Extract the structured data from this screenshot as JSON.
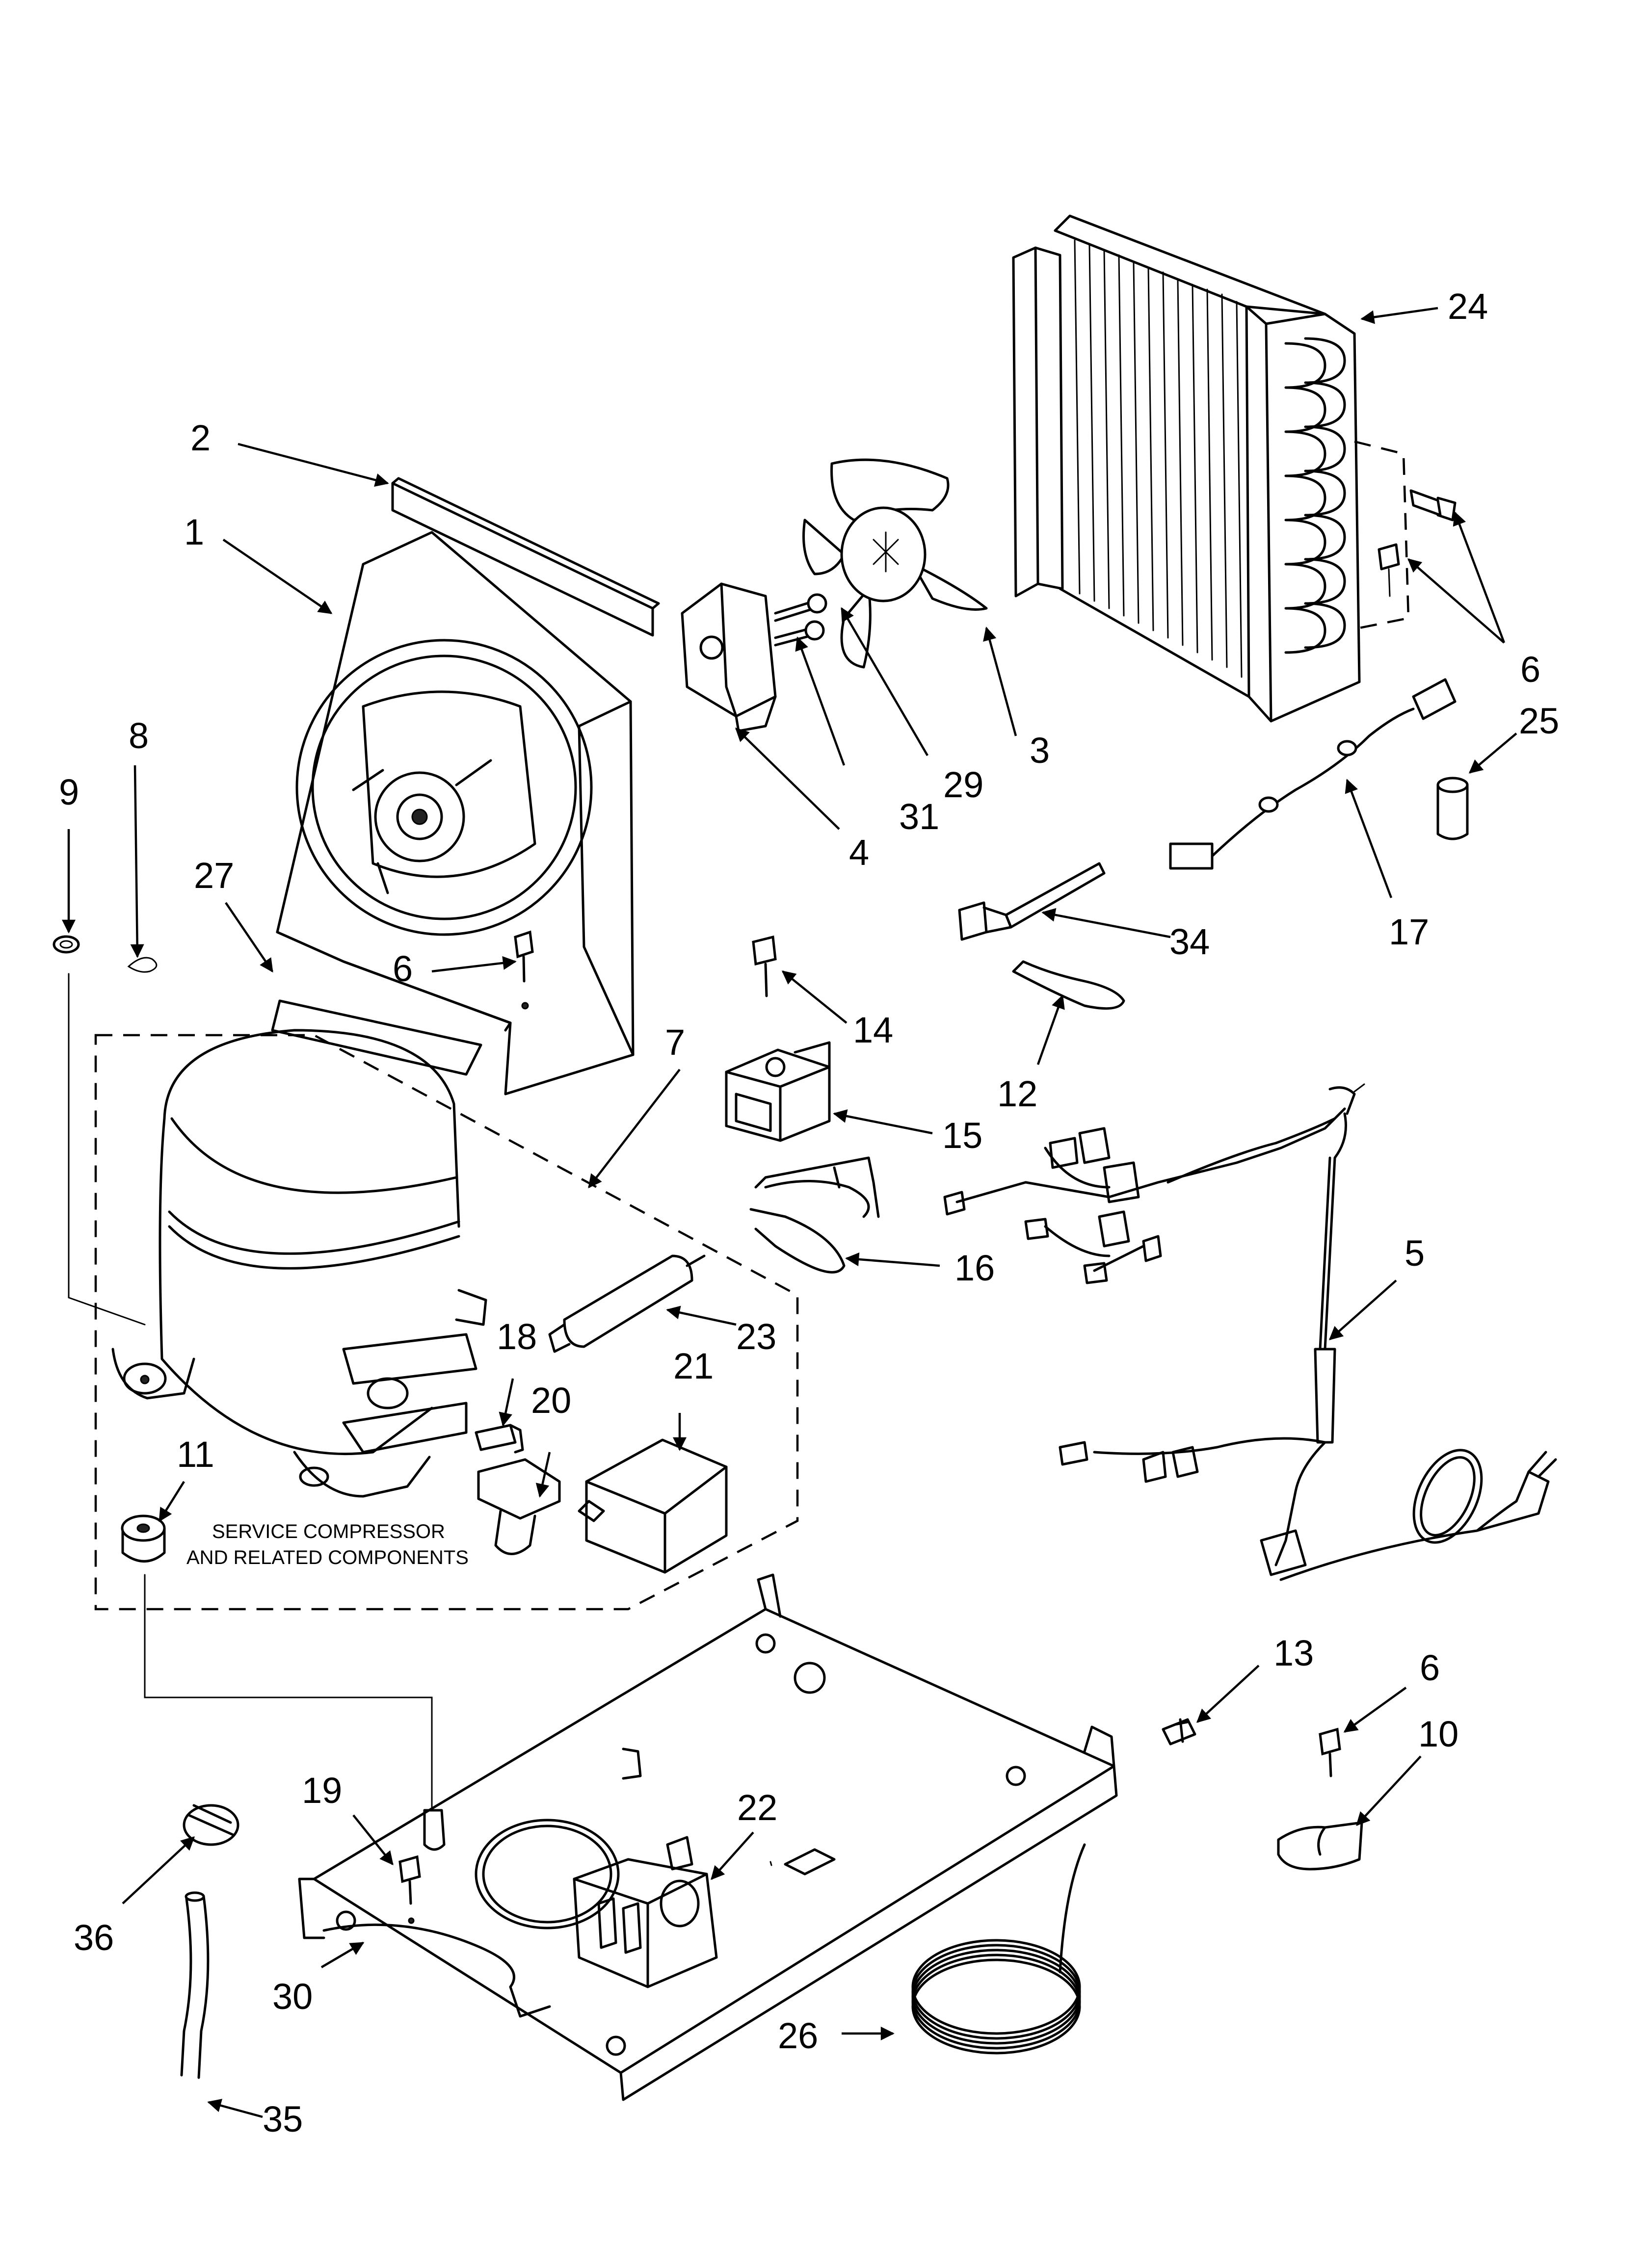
{
  "caption": {
    "line1": "SERVICE COMPRESSOR",
    "line2": "AND RELATED COMPONENTS"
  },
  "callouts": {
    "c1": "1",
    "c2": "2",
    "c3": "3",
    "c4": "4",
    "c5": "5",
    "c6a": "6",
    "c6b": "6",
    "c6c": "6",
    "c7": "7",
    "c8": "8",
    "c9": "9",
    "c10": "10",
    "c11": "11",
    "c12": "12",
    "c13": "13",
    "c14": "14",
    "c15": "15",
    "c16": "16",
    "c17": "17",
    "c18": "18",
    "c19": "19",
    "c20": "20",
    "c21": "21",
    "c22": "22",
    "c23": "23",
    "c24": "24",
    "c25": "25",
    "c26": "26",
    "c27": "27",
    "c29": "29",
    "c30": "30",
    "c31": "31",
    "c34": "34",
    "c35": "35",
    "c36": "36"
  }
}
